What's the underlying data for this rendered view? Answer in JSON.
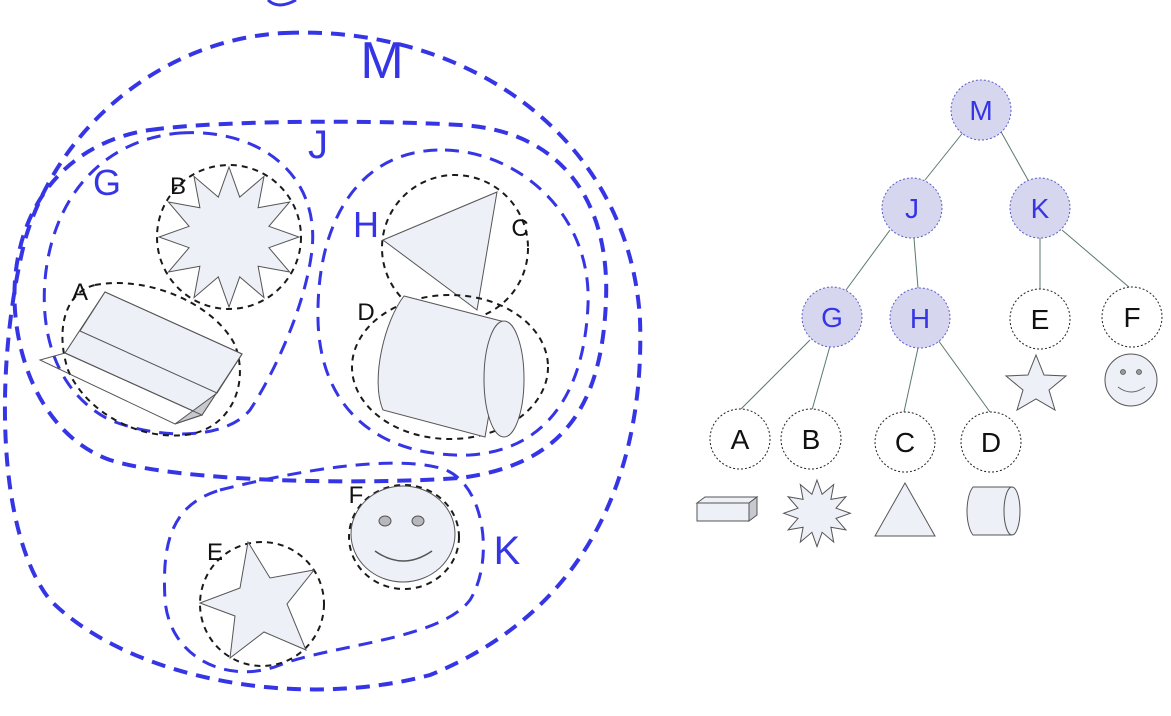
{
  "euler": {
    "sets": [
      {
        "id": "M",
        "label": "M"
      },
      {
        "id": "J",
        "label": "J"
      },
      {
        "id": "K",
        "label": "K"
      },
      {
        "id": "G",
        "label": "G"
      },
      {
        "id": "H",
        "label": "H"
      }
    ],
    "items": [
      {
        "id": "A",
        "label": "A",
        "shape": "box-icon"
      },
      {
        "id": "B",
        "label": "B",
        "shape": "starburst-icon"
      },
      {
        "id": "C",
        "label": "C",
        "shape": "triangle-icon"
      },
      {
        "id": "D",
        "label": "D",
        "shape": "cylinder-icon"
      },
      {
        "id": "E",
        "label": "E",
        "shape": "star-icon"
      },
      {
        "id": "F",
        "label": "F",
        "shape": "smiley-icon"
      }
    ]
  },
  "tree": {
    "nodes": [
      {
        "id": "M",
        "label": "M",
        "kind": "internal"
      },
      {
        "id": "J",
        "label": "J",
        "kind": "internal",
        "parent": "M"
      },
      {
        "id": "K",
        "label": "K",
        "kind": "internal",
        "parent": "M"
      },
      {
        "id": "G",
        "label": "G",
        "kind": "internal",
        "parent": "J"
      },
      {
        "id": "H",
        "label": "H",
        "kind": "internal",
        "parent": "J"
      },
      {
        "id": "E",
        "label": "E",
        "kind": "leaf",
        "parent": "K",
        "shape": "star-icon"
      },
      {
        "id": "F",
        "label": "F",
        "kind": "leaf",
        "parent": "K",
        "shape": "smiley-icon"
      },
      {
        "id": "A",
        "label": "A",
        "kind": "leaf",
        "parent": "G",
        "shape": "box-icon"
      },
      {
        "id": "B",
        "label": "B",
        "kind": "leaf",
        "parent": "G",
        "shape": "starburst-icon"
      },
      {
        "id": "C",
        "label": "C",
        "kind": "leaf",
        "parent": "H",
        "shape": "triangle-icon"
      },
      {
        "id": "D",
        "label": "D",
        "kind": "leaf",
        "parent": "H",
        "shape": "cylinder-icon"
      }
    ]
  },
  "colors": {
    "set_outline": "#3535e6",
    "item_outline": "#1a1a1a",
    "internal_node_fill": "#d6d6ef",
    "shape_fill": "#edf0f7",
    "edge": "#5a7a68"
  }
}
